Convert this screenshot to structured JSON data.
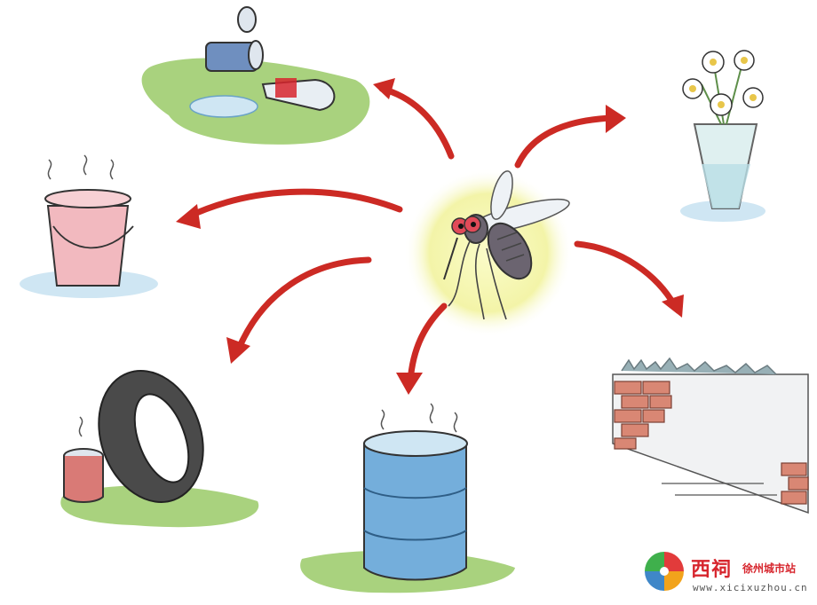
{
  "watermark": {
    "brand": "西祠",
    "subtitle": "徐州城市站",
    "url": "www.xicixuzhou.cn"
  },
  "colors": {
    "arrow": "#cc2a24",
    "grass": "#a9d27e",
    "water": "#cfe6f3",
    "mosquito_glow": "#f3f4a8",
    "bucket": "#f2b9bf",
    "barrel": "#74aedb",
    "brick": "#d98774",
    "tire": "#4a4a4a"
  },
  "scenes": [
    {
      "id": "cans-and-bottle",
      "icon": "trash-cans-bottle-icon"
    },
    {
      "id": "flower-vase",
      "icon": "flower-vase-icon"
    },
    {
      "id": "water-bucket",
      "icon": "bucket-icon"
    },
    {
      "id": "broken-wall",
      "icon": "broken-wall-icon"
    },
    {
      "id": "tire-and-can",
      "icon": "tire-icon"
    },
    {
      "id": "water-barrel",
      "icon": "barrel-icon"
    }
  ]
}
